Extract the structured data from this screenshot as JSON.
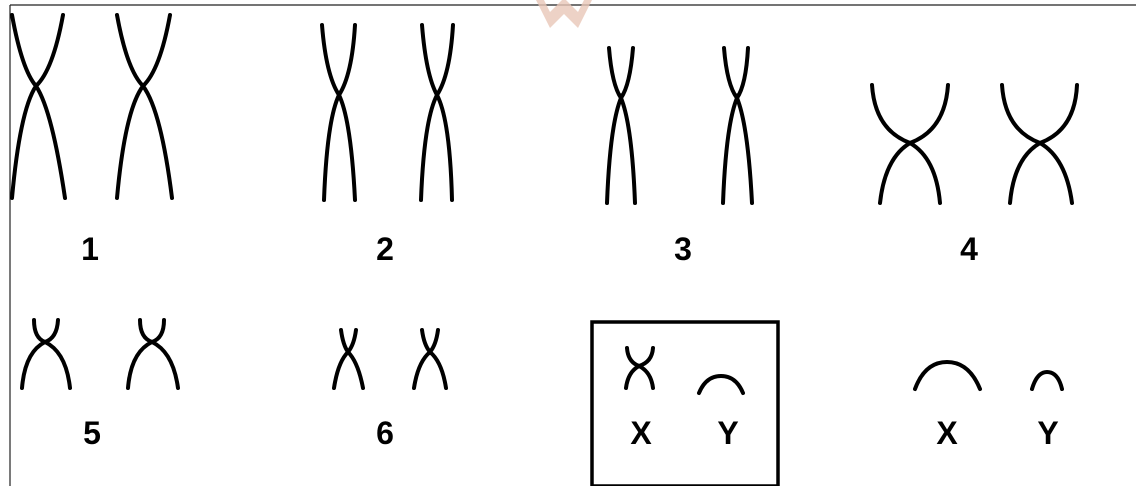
{
  "labels": {
    "k1": "1",
    "k2": "2",
    "k3": "3",
    "k4": "4",
    "k5": "5",
    "k6": "6",
    "boxed_x": "X",
    "boxed_y": "Y",
    "plain_x": "X",
    "plain_y": "Y"
  },
  "colors": {
    "stroke": "#000000",
    "background": "#ffffff",
    "watermark": "#e9c7b8"
  }
}
